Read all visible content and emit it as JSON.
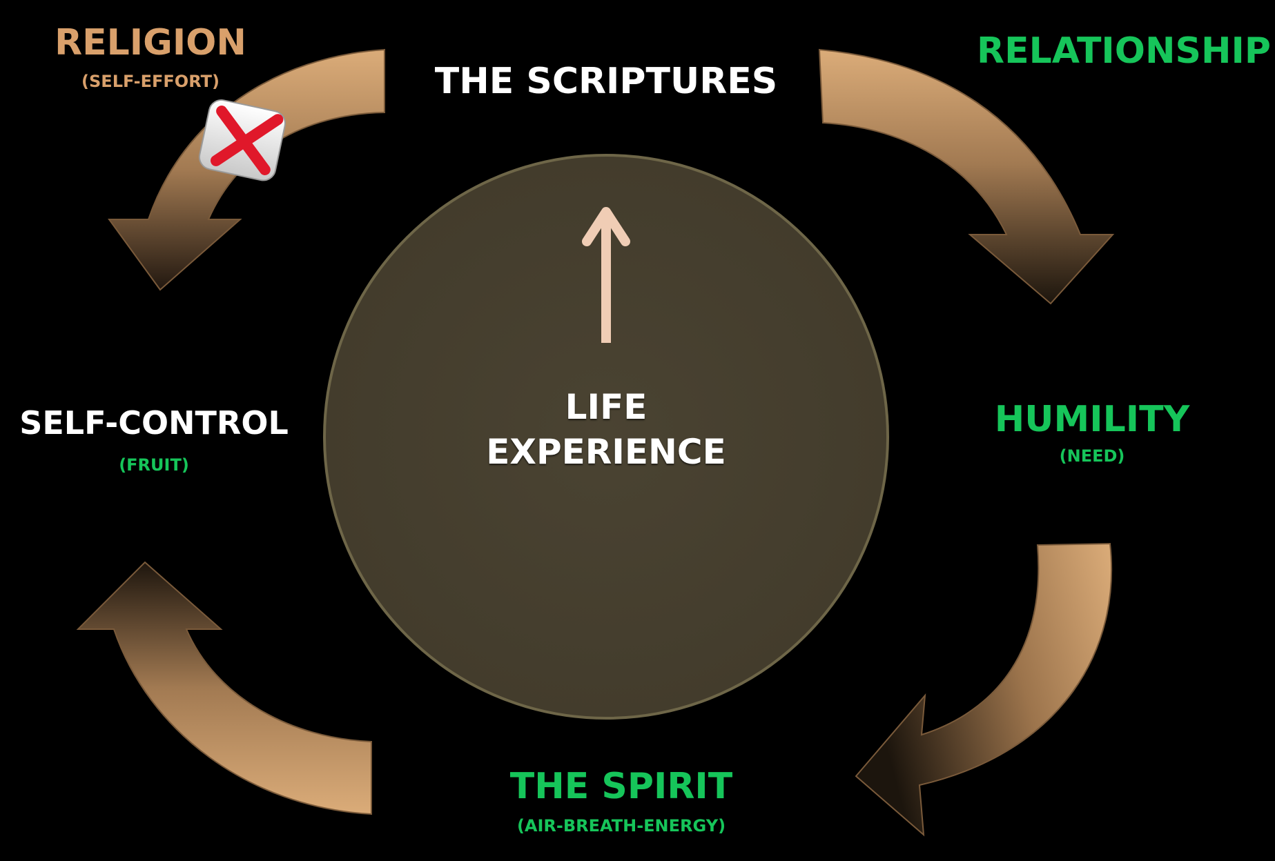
{
  "colors": {
    "background": "#000000",
    "circle_fill": "#484130",
    "circle_stroke": "#6e6648",
    "arrow_light": "#d9aa76",
    "arrow_dark": "#241a10",
    "center_arrow": "#f0cdb5",
    "green_text": "#16c55a",
    "tan_text": "#d9a06b",
    "white_text": "#ffffff",
    "x_mark": "#e0182a"
  },
  "labels": {
    "top": "THE SCRIPTURES",
    "religion": "RELIGION",
    "religion_sub": "(SELF-EFFORT)",
    "relationship": "RELATIONSHIP",
    "humility": "HUMILITY",
    "humility_sub": "(NEED)",
    "spirit": "THE SPIRIT",
    "spirit_sub": "(AIR-BREATH-ENERGY)",
    "self_control": "SELF-CONTROL",
    "self_control_sub": "(FRUIT)",
    "center_line1": "LIFE",
    "center_line2": "EXPERIENCE"
  },
  "icons": {
    "rejected_path": "x-mark-icon",
    "center": "up-arrow-icon",
    "cycle": "curved-arrow-icon"
  }
}
